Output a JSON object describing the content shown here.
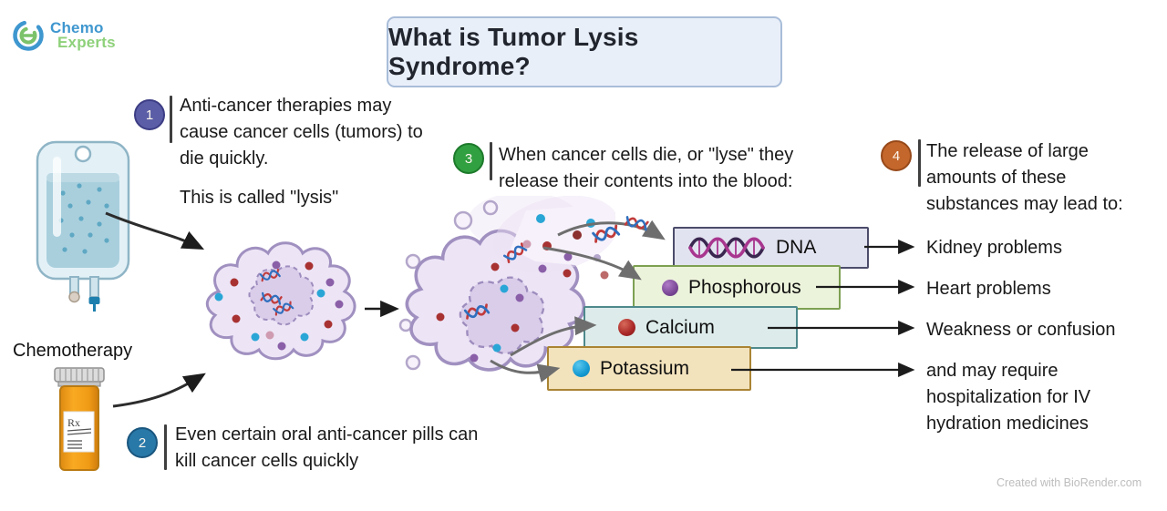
{
  "logo": {
    "line1": "Chemo",
    "line2": "Experts"
  },
  "title": "What is Tumor Lysis Syndrome?",
  "steps": {
    "s1": {
      "num": "1",
      "text": "Anti-cancer therapies may cause cancer cells (tumors) to die quickly.",
      "text2": "This is called \"lysis\""
    },
    "s2": {
      "num": "2",
      "text": "Even certain oral anti-cancer pills can kill cancer cells quickly"
    },
    "s3": {
      "num": "3",
      "text": "When cancer cells die, or \"lyse\" they release their contents into the blood:"
    },
    "s4": {
      "num": "4",
      "text": "The release of large amounts of these substances may lead to:"
    }
  },
  "chemo_label": "Chemotherapy",
  "rx_label": "Rx",
  "substances": [
    {
      "label": "DNA",
      "icon": "dna-helix-icon",
      "box_color": "#e2e3f0",
      "border_color": "#4c4c6b"
    },
    {
      "label": "Phosphorous",
      "icon": "phosphorous-dot-icon",
      "box_color": "#ecf3db",
      "border_color": "#7da052",
      "dot_color": "#8a55a5"
    },
    {
      "label": "Calcium",
      "icon": "calcium-dot-icon",
      "box_color": "#ddeceb",
      "border_color": "#4e898c",
      "dot_color": "#b22b2b"
    },
    {
      "label": "Potassium",
      "icon": "potassium-dot-icon",
      "box_color": "#f3e3bd",
      "border_color": "#aa8433",
      "dot_color": "#1ba0d8"
    }
  ],
  "outcomes": [
    {
      "text": "Kidney problems"
    },
    {
      "text": "Heart problems"
    },
    {
      "text": "Weakness or confusion"
    },
    {
      "text": "and may require hospitalization for IV hydration medicines"
    }
  ],
  "credit": "Created with BioRender.com",
  "colors": {
    "step1_circle": "#5b5ea6",
    "step2_circle": "#2878a8",
    "step3_circle": "#31a041",
    "step4_circle": "#c4672c",
    "title_bg": "#e9eff9",
    "title_border": "#a9bdd9",
    "cell_fill": "#ede5f6",
    "cell_membrane": "#a090c0"
  }
}
